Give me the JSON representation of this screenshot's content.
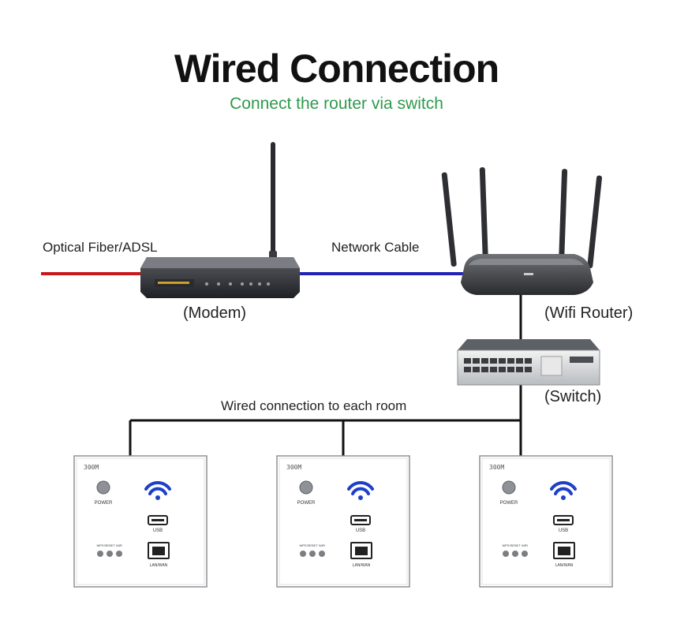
{
  "title": "Wired Connection",
  "subtitle": "Connect the router via switch",
  "labels": {
    "fiber": "Optical Fiber/ADSL",
    "network_cable": "Network Cable",
    "modem": "(Modem)",
    "router": "(Wifi Router)",
    "switch": "(Switch)",
    "wired_rooms": "Wired connection to each room"
  },
  "panel": {
    "model": "300M",
    "power": "POWER",
    "usb": "USB",
    "lan": "LAN/WAN",
    "btn1": "WPS",
    "btn2": "RESET",
    "btn3": "WiFi"
  },
  "colors": {
    "fiber": "#c8181c",
    "network_cable": "#2222b8",
    "wire": "#111111",
    "wifi_icon": "#1e40c8",
    "subtitle": "#2e9a4c"
  }
}
